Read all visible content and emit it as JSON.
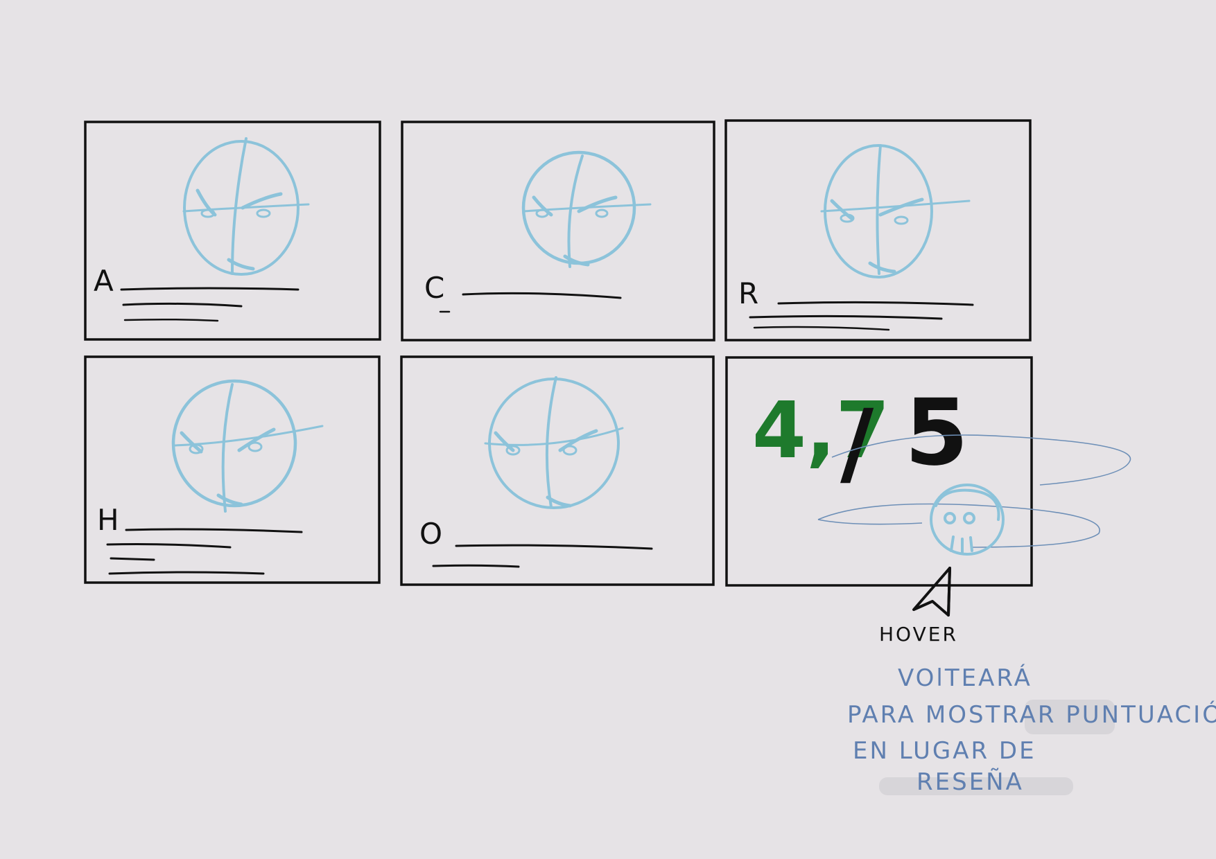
{
  "cards": [
    {
      "letter": "A"
    },
    {
      "letter": "C"
    },
    {
      "letter": "R"
    },
    {
      "letter": "H"
    },
    {
      "letter": "O"
    }
  ],
  "rating_card": {
    "value": "4,7",
    "separator": "/",
    "max": "5"
  },
  "annotation": {
    "hover_label": "HOVER",
    "note_lines": [
      "VOlTEARÁ",
      "PARA MOSTRAR PUNTUACIÓN",
      "EN LUGAR DE",
      "RESEÑA"
    ]
  },
  "colors": {
    "background": "#e6e3e6",
    "sketch_face": "#8cc3da",
    "score_green": "#1e7a2c",
    "note_blue": "#5f7fb0",
    "ink": "#111111"
  }
}
